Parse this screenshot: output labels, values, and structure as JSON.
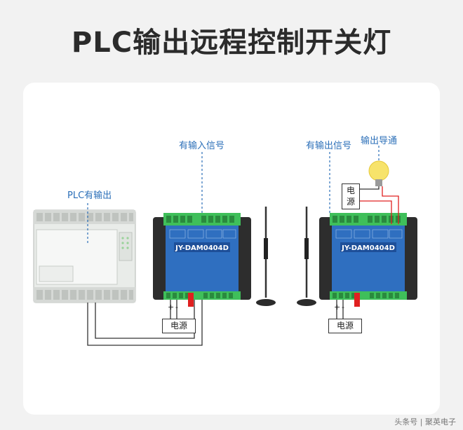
{
  "title": "PLC输出远程控制开关灯",
  "labels": {
    "plc_output": "PLC有输出",
    "has_input_signal": "有输入信号",
    "has_output_signal": "有输出信号",
    "output_conduct": "输出导通"
  },
  "devices": {
    "left_model": "JY-DAM0404D",
    "right_model": "JY-DAM0404D"
  },
  "power": {
    "left": "电源",
    "right": "电源",
    "lamp_top": "电",
    "lamp_bottom": "源"
  },
  "footer": "头条号 | 聚英电子",
  "colors": {
    "label_blue": "#2b6fb8",
    "device_blue": "#2f6fc0",
    "terminal_green": "#3fbf5a",
    "wire_red": "#e02020"
  }
}
